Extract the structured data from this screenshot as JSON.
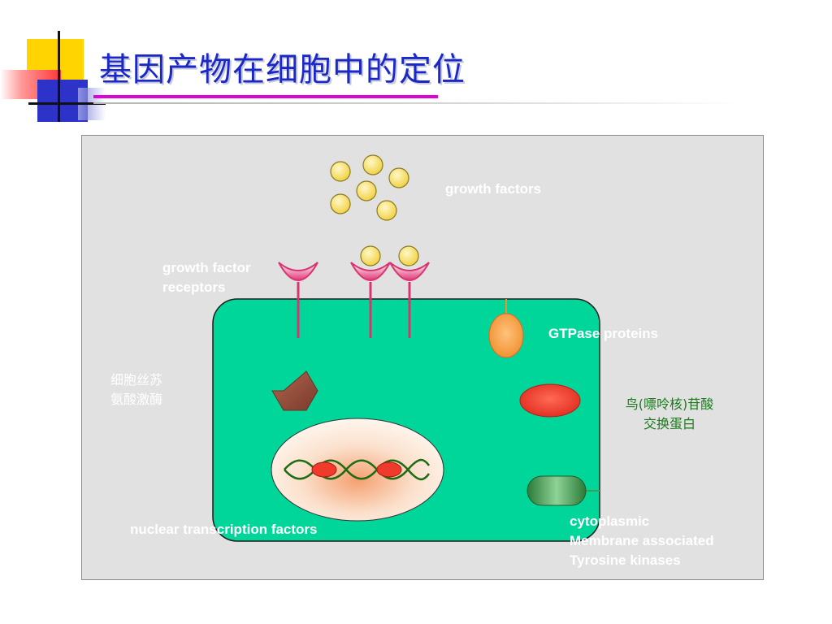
{
  "slide": {
    "title": "基因产物在细胞中的定位"
  },
  "labels": {
    "growth_factors": "growth factors",
    "receptors_line1": "growth factor",
    "receptors_line2": "receptors",
    "gtpase": "GTPase proteins",
    "kinase_zh_line1": "细胞丝苏",
    "kinase_zh_line2": "氨酸激酶",
    "gef_zh_line1": "鸟(嘌呤核)苷酸",
    "gef_zh_line2": "交换蛋白",
    "nuclear": "nuclear transcription factors",
    "tyrosine_line1": "cytoplasmic",
    "tyrosine_line2": "Membrane associated",
    "tyrosine_line3": "Tyrosine kinases"
  },
  "colors": {
    "title": "#1a28c8",
    "title_underline": "#e000d8",
    "cell": "#00d69a",
    "frame": "#e1e1e1",
    "growth_factor": "#f5da5a",
    "receptor": "#d8356f",
    "gtpase": "#f6a24a",
    "gef": "#ee3b2c",
    "kinase_hex": "#8f4a3a",
    "tyrosine_kinase": "#3f9e4f",
    "dna": "#1f6b12",
    "label_green": "#1a7a1a"
  }
}
